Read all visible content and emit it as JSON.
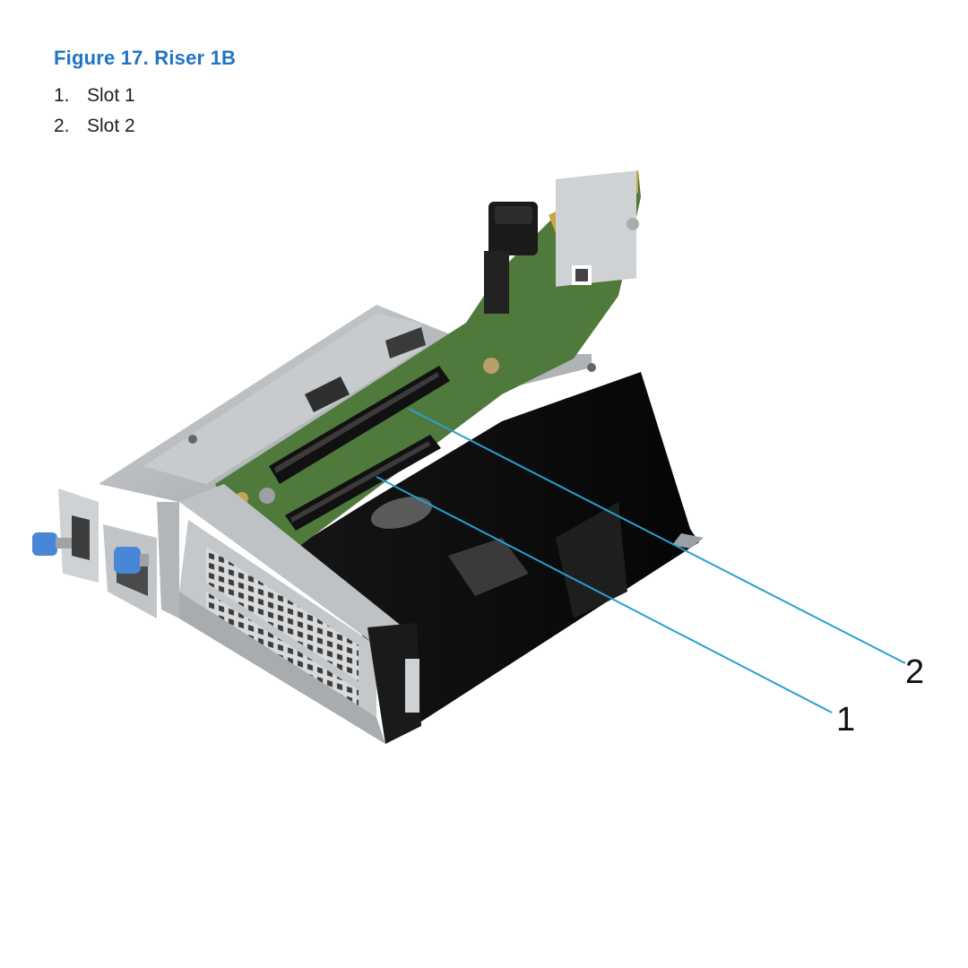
{
  "figure": {
    "title": "Figure 17. Riser 1B"
  },
  "legend": [
    {
      "number": "1.",
      "label": "Slot 1"
    },
    {
      "number": "2.",
      "label": "Slot 2"
    }
  ],
  "callouts": [
    {
      "number": "1"
    },
    {
      "number": "2"
    }
  ],
  "colors": {
    "title": "#1f74c7",
    "callout_line": "#2a9fd0",
    "pcb_green": "#4f7a3c",
    "sheet_metal": "#b9bcc0",
    "air_shroud": "#0b0b0b",
    "thumbscrew": "#4a86d6"
  }
}
